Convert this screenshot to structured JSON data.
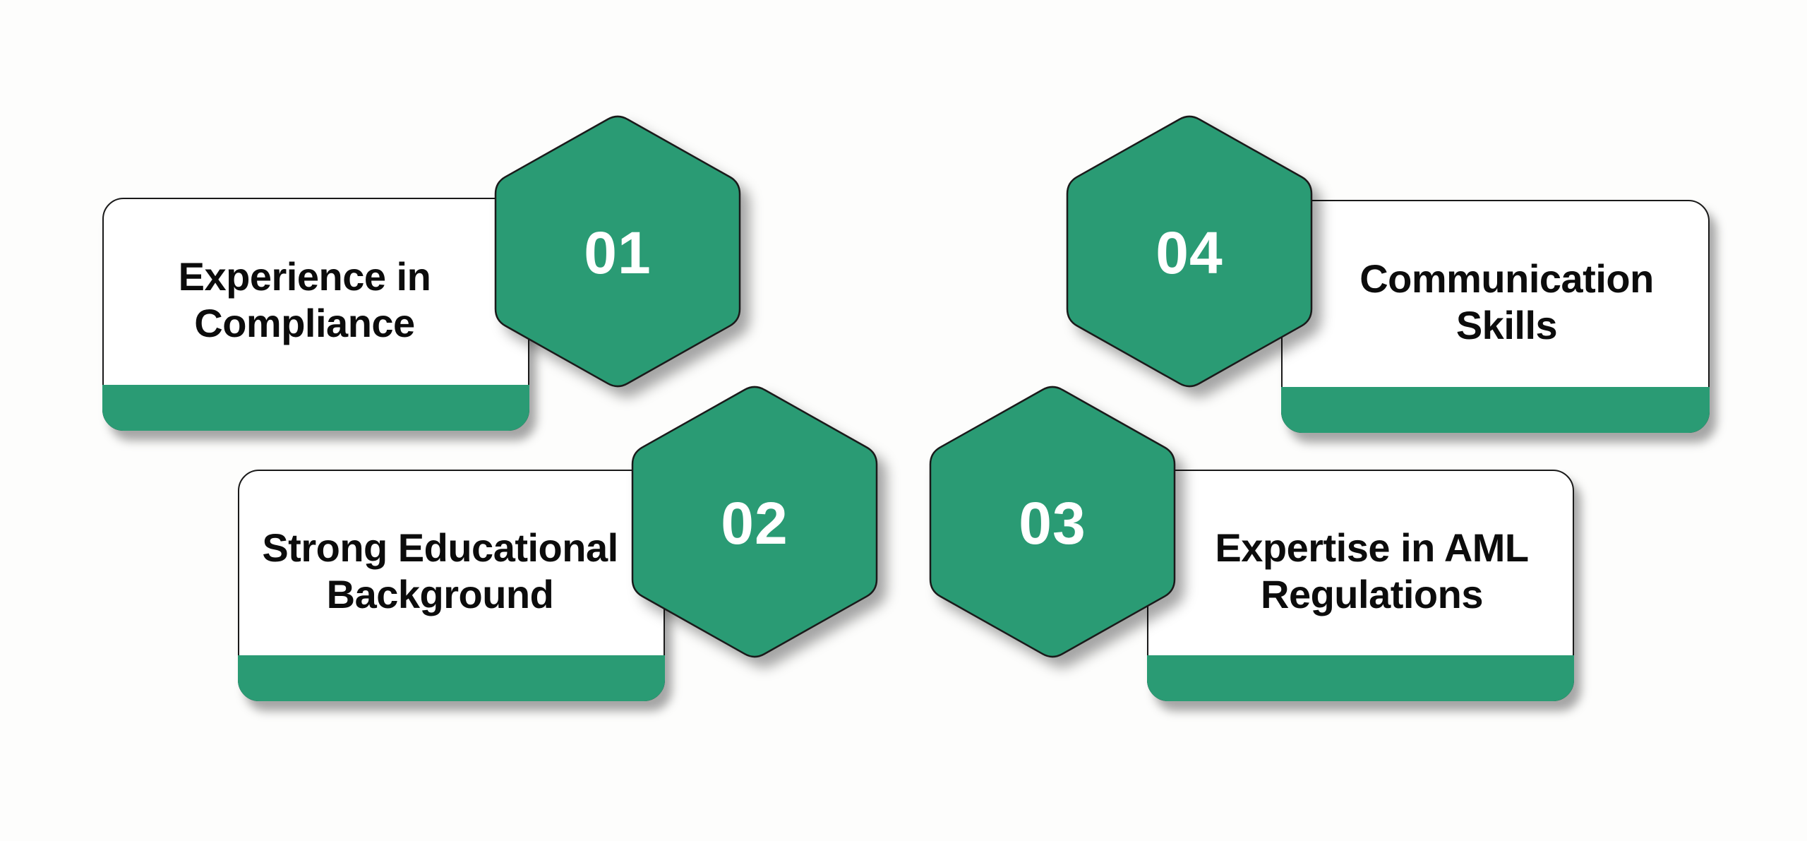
{
  "diagram": {
    "type": "numbered-steps-infographic",
    "colors": {
      "background": "#FDFDFC",
      "accent_green": "#2A9B74",
      "card_fill": "#FFFFFF",
      "outline": "#1A1A1A",
      "title_text": "#0C0C0C",
      "number_text": "#FFFFFF"
    },
    "items": [
      {
        "number": "01",
        "title": "Experience in\nCompliance"
      },
      {
        "number": "02",
        "title": "Strong Educational\nBackground"
      },
      {
        "number": "03",
        "title": "Expertise in AML\nRegulations"
      },
      {
        "number": "04",
        "title": "Communication\nSkills"
      }
    ]
  }
}
